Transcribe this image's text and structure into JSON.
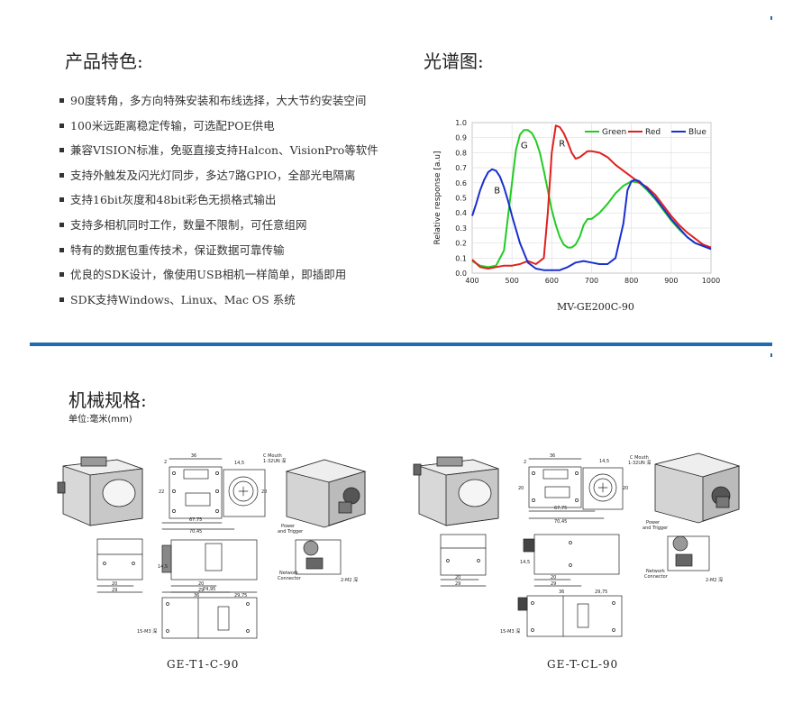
{
  "features": {
    "title": "产品特色:",
    "items": [
      "90度转角，多方向特殊安装和布线选择，大大节约安装空间",
      "100米远距离稳定传输，可选配POE供电",
      "兼容VISION标准，免驱直接支持Halcon、VisionPro等软件",
      "支持外触发及闪光灯同步，多达7路GPIO，全部光电隔离",
      "支持16bit灰度和48bit彩色无损格式输出",
      "支持多相机同时工作，数量不限制，可任意组网",
      "特有的数据包重传技术，保证数据可靠传输",
      "优良的SDK设计，像使用USB相机一样简单，即插即用",
      "SDK支持Windows、Linux、Mac OS 系统"
    ]
  },
  "spectrum": {
    "title": "光谱图:",
    "caption": "MV-GE200C-90"
  },
  "chart_data": {
    "type": "line",
    "title": "",
    "xlabel": "",
    "ylabel": "Relative response [a.u]",
    "xlim": [
      400,
      1000
    ],
    "ylim": [
      0,
      1.0
    ],
    "xticks": [
      400,
      500,
      600,
      700,
      800,
      900,
      1000
    ],
    "yticks": [
      0.0,
      0.1,
      0.2,
      0.3,
      0.4,
      0.5,
      0.6,
      0.7,
      0.8,
      0.9,
      1.0
    ],
    "grid": true,
    "legend": "top-right",
    "annotations": [
      {
        "text": "B",
        "x": 455,
        "y": 0.53
      },
      {
        "text": "G",
        "x": 522,
        "y": 0.83
      },
      {
        "text": "R",
        "x": 618,
        "y": 0.84
      }
    ],
    "series": [
      {
        "name": "Green",
        "color": "#22cc22",
        "x": [
          400,
          420,
          440,
          460,
          480,
          500,
          510,
          520,
          530,
          540,
          550,
          560,
          570,
          580,
          590,
          600,
          610,
          620,
          630,
          640,
          650,
          660,
          670,
          680,
          690,
          700,
          720,
          740,
          760,
          780,
          800,
          820,
          840,
          860,
          880,
          900,
          920,
          940,
          960,
          980,
          1000
        ],
        "y": [
          0.08,
          0.05,
          0.04,
          0.05,
          0.15,
          0.6,
          0.82,
          0.92,
          0.95,
          0.95,
          0.93,
          0.88,
          0.8,
          0.68,
          0.55,
          0.42,
          0.32,
          0.24,
          0.19,
          0.17,
          0.17,
          0.19,
          0.24,
          0.32,
          0.36,
          0.36,
          0.4,
          0.46,
          0.53,
          0.58,
          0.61,
          0.6,
          0.55,
          0.49,
          0.42,
          0.35,
          0.29,
          0.24,
          0.2,
          0.18,
          0.16
        ]
      },
      {
        "name": "Red",
        "color": "#e02020",
        "x": [
          400,
          420,
          440,
          460,
          480,
          500,
          520,
          540,
          560,
          580,
          590,
          600,
          610,
          620,
          630,
          640,
          650,
          660,
          670,
          680,
          690,
          700,
          720,
          740,
          760,
          780,
          800,
          820,
          840,
          860,
          880,
          900,
          920,
          940,
          960,
          980,
          1000
        ],
        "y": [
          0.09,
          0.04,
          0.03,
          0.04,
          0.05,
          0.05,
          0.06,
          0.08,
          0.06,
          0.1,
          0.4,
          0.8,
          0.98,
          0.97,
          0.93,
          0.87,
          0.8,
          0.76,
          0.77,
          0.79,
          0.81,
          0.81,
          0.8,
          0.77,
          0.72,
          0.68,
          0.64,
          0.6,
          0.57,
          0.52,
          0.45,
          0.38,
          0.32,
          0.27,
          0.23,
          0.19,
          0.17
        ]
      },
      {
        "name": "Blue",
        "color": "#1a2fd0",
        "x": [
          400,
          410,
          420,
          430,
          440,
          450,
          460,
          470,
          480,
          490,
          500,
          520,
          540,
          560,
          580,
          600,
          620,
          640,
          660,
          680,
          700,
          720,
          740,
          760,
          780,
          790,
          800,
          810,
          820,
          840,
          860,
          880,
          900,
          920,
          940,
          960,
          980,
          1000
        ],
        "y": [
          0.38,
          0.46,
          0.55,
          0.62,
          0.67,
          0.69,
          0.68,
          0.64,
          0.57,
          0.48,
          0.38,
          0.2,
          0.07,
          0.03,
          0.02,
          0.02,
          0.02,
          0.04,
          0.07,
          0.08,
          0.07,
          0.06,
          0.06,
          0.1,
          0.33,
          0.55,
          0.61,
          0.62,
          0.61,
          0.56,
          0.5,
          0.43,
          0.36,
          0.3,
          0.24,
          0.2,
          0.18,
          0.16
        ]
      }
    ]
  },
  "mechanical": {
    "title": "机械规格:",
    "unit": "单位:毫米(mm)",
    "left_caption": "GE-T1-C-90",
    "right_caption": "GE-T-CL-90",
    "dims": {
      "d36": "36",
      "d14_5": "14,5",
      "c_mouth": "C Mouth",
      "c_mouth_sub": "1-32UN 深",
      "d67_75": "67,75",
      "d70_45": "70,45",
      "d2": "2",
      "d20": "20",
      "d29": "29",
      "d74_95": "74,95",
      "d29_75": "29,75",
      "power": "Power",
      "trigger": "and Trigger",
      "network": "Network",
      "connector": "Connector",
      "m2": "2-M2 深",
      "m3": "15-M3 深",
      "d22": "22"
    }
  }
}
